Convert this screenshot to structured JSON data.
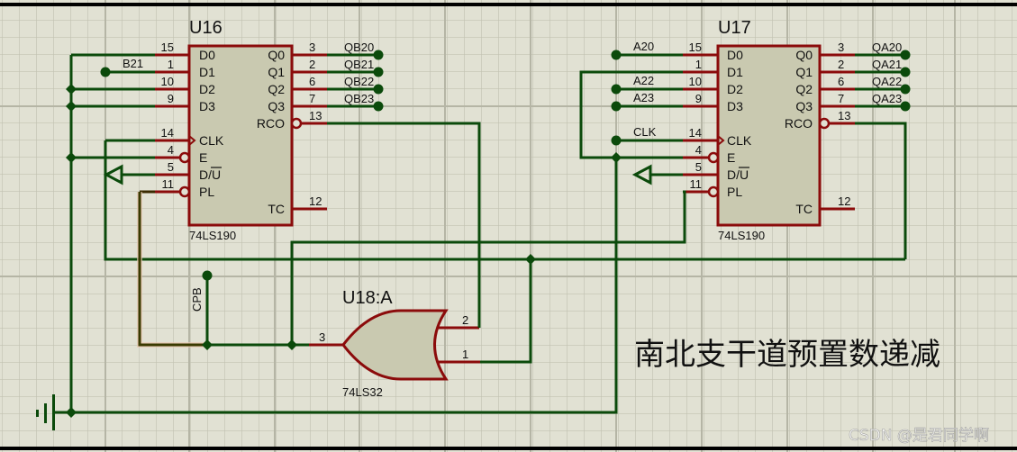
{
  "title": "南北支干道预置数递减",
  "watermark": "CSDN @是君同学啊",
  "colors": {
    "background": "#e1e1d3",
    "wire": "#0b4a0b",
    "pin": "#8b0b0b",
    "chip_fill": "#c9c9b0"
  },
  "u16": {
    "ref": "U16",
    "part": "74LS190",
    "left_pins": [
      {
        "num": "15",
        "name": "D0"
      },
      {
        "num": "1",
        "name": "D1"
      },
      {
        "num": "10",
        "name": "D2"
      },
      {
        "num": "9",
        "name": "D3"
      },
      {
        "num": "14",
        "name": "CLK"
      },
      {
        "num": "4",
        "name": "E"
      },
      {
        "num": "5",
        "name": "D/U"
      },
      {
        "num": "11",
        "name": "PL"
      }
    ],
    "right_pins": [
      {
        "num": "3",
        "name": "Q0",
        "net": "QB20"
      },
      {
        "num": "2",
        "name": "Q1",
        "net": "QB21"
      },
      {
        "num": "6",
        "name": "Q2",
        "net": "QB22"
      },
      {
        "num": "7",
        "name": "Q3",
        "net": "QB23"
      },
      {
        "num": "13",
        "name": "RCO"
      },
      {
        "num": "12",
        "name": "TC"
      }
    ],
    "net_d1": "B21"
  },
  "u17": {
    "ref": "U17",
    "part": "74LS190",
    "left_pins": [
      {
        "num": "15",
        "name": "D0",
        "net": "A20"
      },
      {
        "num": "1",
        "name": "D1"
      },
      {
        "num": "10",
        "name": "D2",
        "net": "A22"
      },
      {
        "num": "9",
        "name": "D3",
        "net": "A23"
      },
      {
        "num": "14",
        "name": "CLK",
        "net": "CLK"
      },
      {
        "num": "4",
        "name": "E"
      },
      {
        "num": "5",
        "name": "D/U"
      },
      {
        "num": "11",
        "name": "PL"
      }
    ],
    "right_pins": [
      {
        "num": "3",
        "name": "Q0",
        "net": "QA20"
      },
      {
        "num": "2",
        "name": "Q1",
        "net": "QA21"
      },
      {
        "num": "6",
        "name": "Q2",
        "net": "QA22"
      },
      {
        "num": "7",
        "name": "Q3",
        "net": "QA23"
      },
      {
        "num": "13",
        "name": "RCO"
      },
      {
        "num": "12",
        "name": "TC"
      }
    ]
  },
  "u18": {
    "ref": "U18:A",
    "part": "74LS32",
    "pin_out": "3",
    "pin_in2": "2",
    "pin_in1": "1"
  },
  "cpb": "CPB"
}
